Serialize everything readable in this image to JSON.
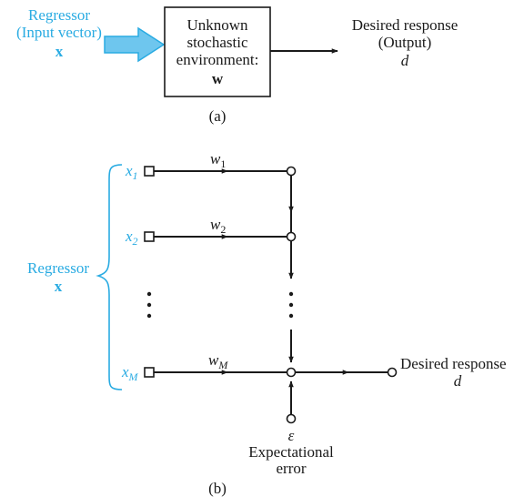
{
  "panel_a": {
    "input_line1": "Regressor",
    "input_line2": "(Input vector)",
    "input_symbol": "x",
    "box_line1": "Unknown",
    "box_line2": "stochastic",
    "box_line3": "environment:",
    "box_symbol": "w",
    "output_line1": "Desired response",
    "output_line2": "(Output)",
    "output_symbol": "d",
    "caption": "(a)"
  },
  "panel_b": {
    "inputs": [
      {
        "var": "x",
        "sub": "1",
        "weight": "w",
        "wsub": "1"
      },
      {
        "var": "x",
        "sub": "2",
        "weight": "w",
        "wsub": "2"
      },
      {
        "var": "x",
        "sub": "M",
        "weight": "w",
        "wsub": "M"
      }
    ],
    "regressor_label": "Regressor",
    "regressor_symbol": "x",
    "output_line1": "Desired response",
    "output_symbol": "d",
    "error_symbol": "ε",
    "error_line1": "Expectational",
    "error_line2": "error",
    "caption": "(b)"
  },
  "colors": {
    "accent": "#29ABE2",
    "arrow_fill": "#6EC6EE",
    "ink": "#1a1a1a"
  }
}
